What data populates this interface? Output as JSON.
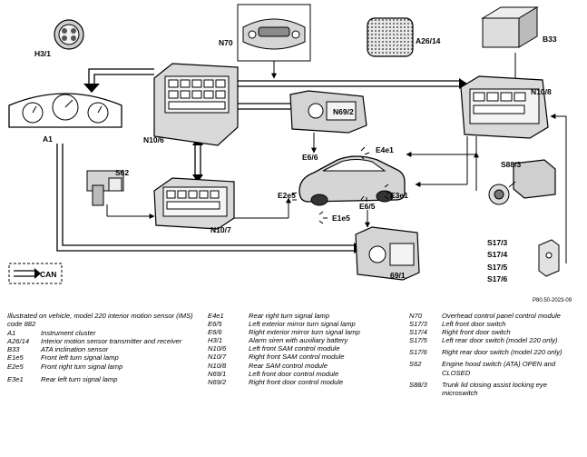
{
  "labels": {
    "h3_1": "H3/1",
    "n70": "N70",
    "a26_14": "A26/14",
    "b33": "B33",
    "a1": "A1",
    "n10_6": "N10/6",
    "n10_8": "N10/8",
    "n69_2": "N69/2",
    "s62": "S62",
    "e6_6": "E6/6",
    "e4e1": "E4e1",
    "s88_3": "S88/3",
    "e2e5": "E2e5",
    "e3e1": "E3e1",
    "e1e5": "E1e5",
    "e6_5": "E6/5",
    "n10_7": "N10/7",
    "s17_3": "S17/3",
    "s17_4": "S17/4",
    "s17_5": "S17/5",
    "s17_6": "S17/6",
    "n69_1": "69/1",
    "can": "CAN",
    "ref": "P80.50-2023-09"
  },
  "legend": {
    "intro": "Illustrated on vehicle, model 220 interior motion sensor (IMS) code 882",
    "col1": [
      {
        "code": "A1",
        "desc": "Instrument cluster"
      },
      {
        "code": "A26/14",
        "desc": "Interior motion sensor transmitter and receiver"
      },
      {
        "code": "B33",
        "desc": "ATA inclination sensor"
      },
      {
        "code": "E1e5",
        "desc": "Front left turn signal lamp"
      },
      {
        "code": "E2e5",
        "desc": "Front right turn signal lamp"
      },
      {
        "code": "E3e1",
        "desc": "Rear left turn signal lamp"
      }
    ],
    "col2": [
      {
        "code": "E4e1",
        "desc": "Rear right turn signal lamp"
      },
      {
        "code": "E6/5",
        "desc": "Left exterior mirror turn signal lamp"
      },
      {
        "code": "E6/6",
        "desc": "Right exterior mirror turn signal lamp"
      },
      {
        "code": "H3/1",
        "desc": "Alarm siren with auxiliary battery"
      },
      {
        "code": "N10/6",
        "desc": "Left front SAM control module"
      },
      {
        "code": "N10/7",
        "desc": "Right front SAM control module"
      },
      {
        "code": "N10/8",
        "desc": "Rear SAM control module"
      },
      {
        "code": "N69/1",
        "desc": "Left front door control module"
      },
      {
        "code": "N69/2",
        "desc": "Right front door control module"
      }
    ],
    "col3": [
      {
        "code": "N70",
        "desc": "Overhead control panel control module"
      },
      {
        "code": "S17/3",
        "desc": "Left front door switch"
      },
      {
        "code": "S17/4",
        "desc": "Right front door switch"
      },
      {
        "code": "S17/5",
        "desc": "Left rear door switch (model 220 only)"
      },
      {
        "code": "S17/6",
        "desc": "Right rear door switch (model 220 only)"
      },
      {
        "code": "S62",
        "desc": "Engine hood switch (ATA) OPEN and CLOSED"
      },
      {
        "code": "S88/3",
        "desc": "Trunk lid closing assist locking eye microswitch"
      }
    ]
  }
}
